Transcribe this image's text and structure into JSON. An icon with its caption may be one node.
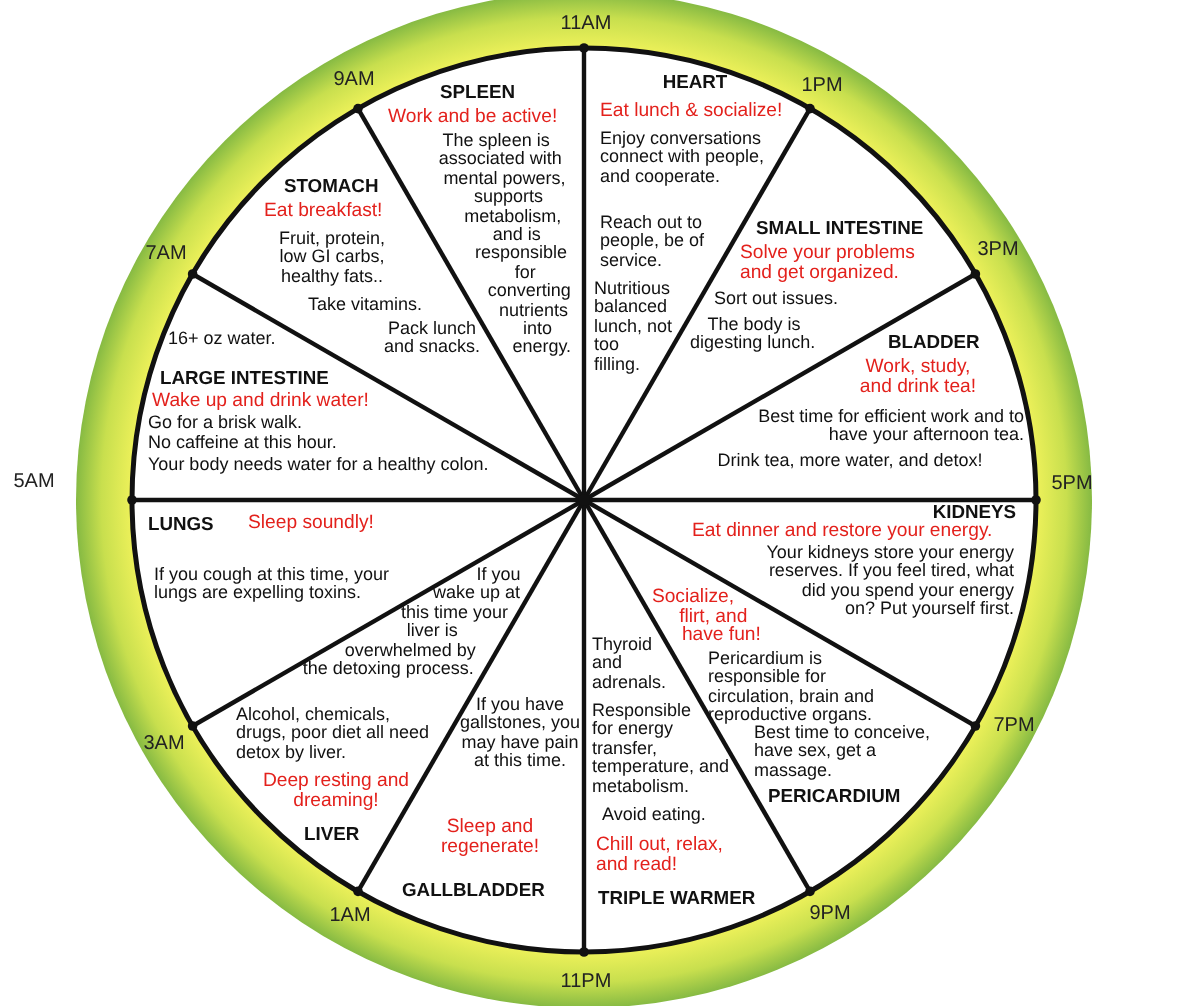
{
  "diagram": {
    "nodes": [
      {
        "text": [
          "HEART",
          "Eat lunch & socialize!",
          "Enjoy conversations connect with people, and cooperate.",
          "Reach out to people, be of service.",
          "Nutritious balanced lunch, not too filling."
        ]
      },
      {
        "text": [
          "SMALL INTESTINE",
          "Solve your problems and get organized.",
          "Sort out issues.",
          "The body is digesting lunch."
        ]
      },
      {
        "text": [
          "BLADDER",
          "Work, study, and drink tea!",
          "Best time for efficient work and to have your afternoon tea.",
          "Drink tea, more water, and detox!"
        ]
      },
      {
        "text": [
          "KIDNEYS",
          "Eat dinner and restore your energy.",
          "Your kidneys store your energy reserves. If you feel tired, what did you spend your energy on? Put yourself first."
        ]
      },
      {
        "text": [
          "Socialize, flirt, and have fun!",
          "Pericardium is responsible for circulation, brain and reproductive organs.",
          "Best time to conceive, have sex, get a massage.",
          "PERICARDIUM"
        ]
      },
      {
        "text": [
          "Thyroid and adrenals.",
          "Responsible for energy transfer, temperature, and metabolism.",
          "Avoid eating.",
          "Chill out, relax, and read!",
          "TRIPLE WARMER"
        ]
      },
      {
        "text": [
          "If you have gallstones, you may have pain at this time.",
          "Sleep and regenerate!",
          "GALLBLADDER"
        ]
      },
      {
        "text": [
          "If you wake up at this time your liver is overwhelmed by the detoxing process.",
          "Alcohol, chemicals, drugs, poor diet all need detox by liver.",
          "Deep resting and dreaming!",
          "LIVER"
        ]
      },
      {
        "text": [
          "LUNGS",
          "Sleep soundly!",
          "If you cough at this time, your lungs are expelling toxins."
        ]
      },
      {
        "text": [
          "16+ oz water.",
          "LARGE INTESTINE",
          "Wake up and drink water!",
          "Go for a brisk walk.",
          "No caffeine at this hour.",
          "Your body needs water for a healthy colon."
        ]
      },
      {
        "text": [
          "STOMACH",
          "Eat breakfast!",
          "Fruit, protein, low GI carbs, healthy fats..",
          "Take vitamins.",
          "Pack lunch and snacks."
        ]
      },
      {
        "text": [
          "SPLEEN",
          "Work and be active!",
          "The spleen is associated with mental powers, supports metabolism, and is responsible for converting nutrients into energy."
        ]
      }
    ],
    "labels": [
      "11AM",
      "9AM",
      "1PM",
      "7AM",
      "3PM",
      "5AM",
      "5PM",
      "3AM",
      "7PM",
      "1AM",
      "9PM",
      "11PM"
    ]
  }
}
